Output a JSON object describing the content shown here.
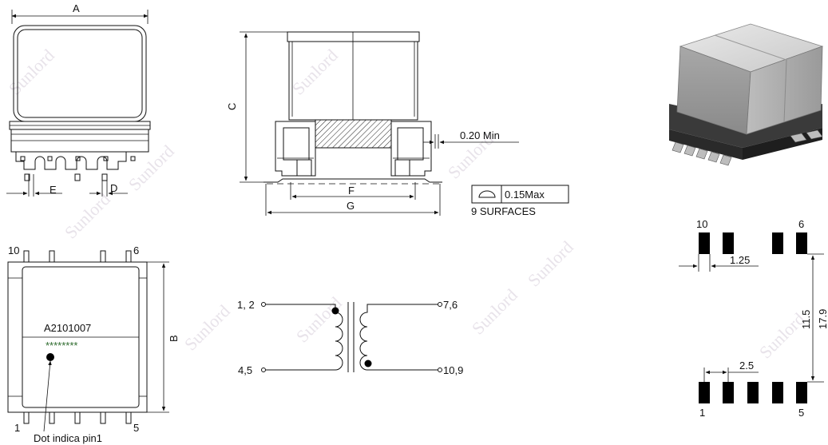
{
  "labels": {
    "dim_a": "A",
    "dim_b": "B",
    "dim_c": "C",
    "dim_d": "D",
    "dim_e": "E",
    "dim_f": "F",
    "dim_g": "G",
    "standoff": "0.20 Min",
    "flatness": "0.15Max",
    "surfaces": "9 SURFACES",
    "part_number": "A2101007",
    "stars": "********",
    "dot_note": "Dot indica pin1",
    "pin_top_left": "10",
    "pin_top_right": "6",
    "pin_bottom_left": "1",
    "pin_bottom_right": "5",
    "sch_pin_12": "1, 2",
    "sch_pin_45": "4,5",
    "sch_pin_76": "7,6",
    "sch_pin_109": "10,9",
    "land_pin_10": "10",
    "land_pin_6": "6",
    "land_pin_1": "1",
    "land_pin_5": "5",
    "land_width": "1.25",
    "land_pitch": "2.5",
    "land_span_inner": "11.5",
    "land_span_outer": "17.9"
  },
  "watermark": "Sunlord",
  "colors": {
    "line": "#111111",
    "part_number_green": "#2e6b2e",
    "watermark": "#e8e3ea"
  }
}
